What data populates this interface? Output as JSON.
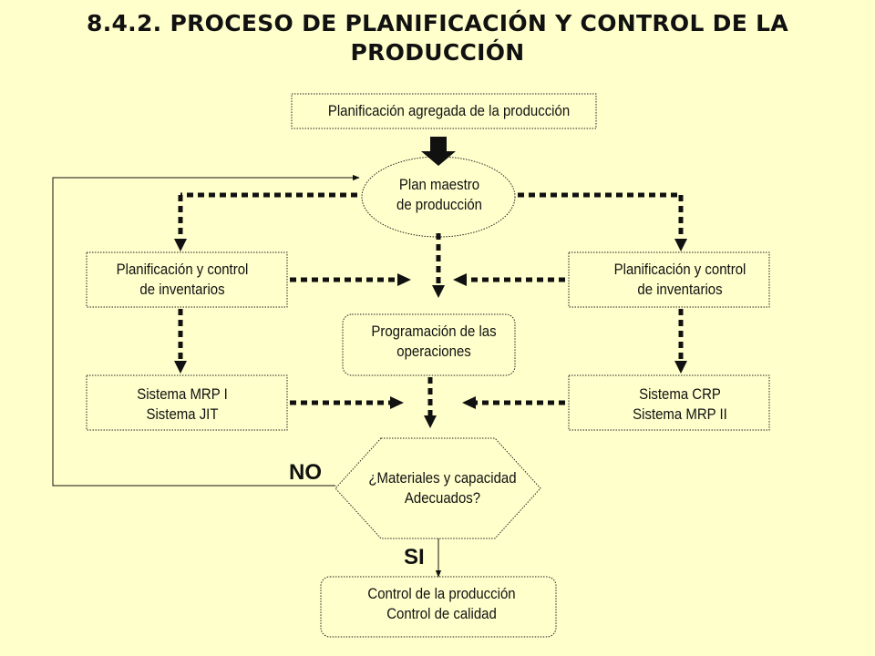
{
  "title": "8.4.2. PROCESO DE PLANIFICACIÓN Y CONTROL DE LA\nPRODUCCIÓN",
  "nodes": {
    "planificacion_agregada": "Planificación agregada de la producción",
    "plan_maestro": "Plan maestro\nde producción",
    "inventarios_izq": "Planificación y control\nde inventarios",
    "inventarios_der": "Planificación y control\nde inventarios",
    "programacion": "Programación de las\noperaciones",
    "mrp_jit": "Sistema MRP I\nSistema JIT",
    "crp_mrp2": "Sistema CRP\nSistema MRP II",
    "decision": "¿Materiales y capacidad\nAdecuados?",
    "control": "Control de la producción\nControl de calidad"
  },
  "edge_labels": {
    "no": "NO",
    "si": "SI"
  },
  "colors": {
    "background": "#FFFFCC",
    "line": "#111111"
  }
}
